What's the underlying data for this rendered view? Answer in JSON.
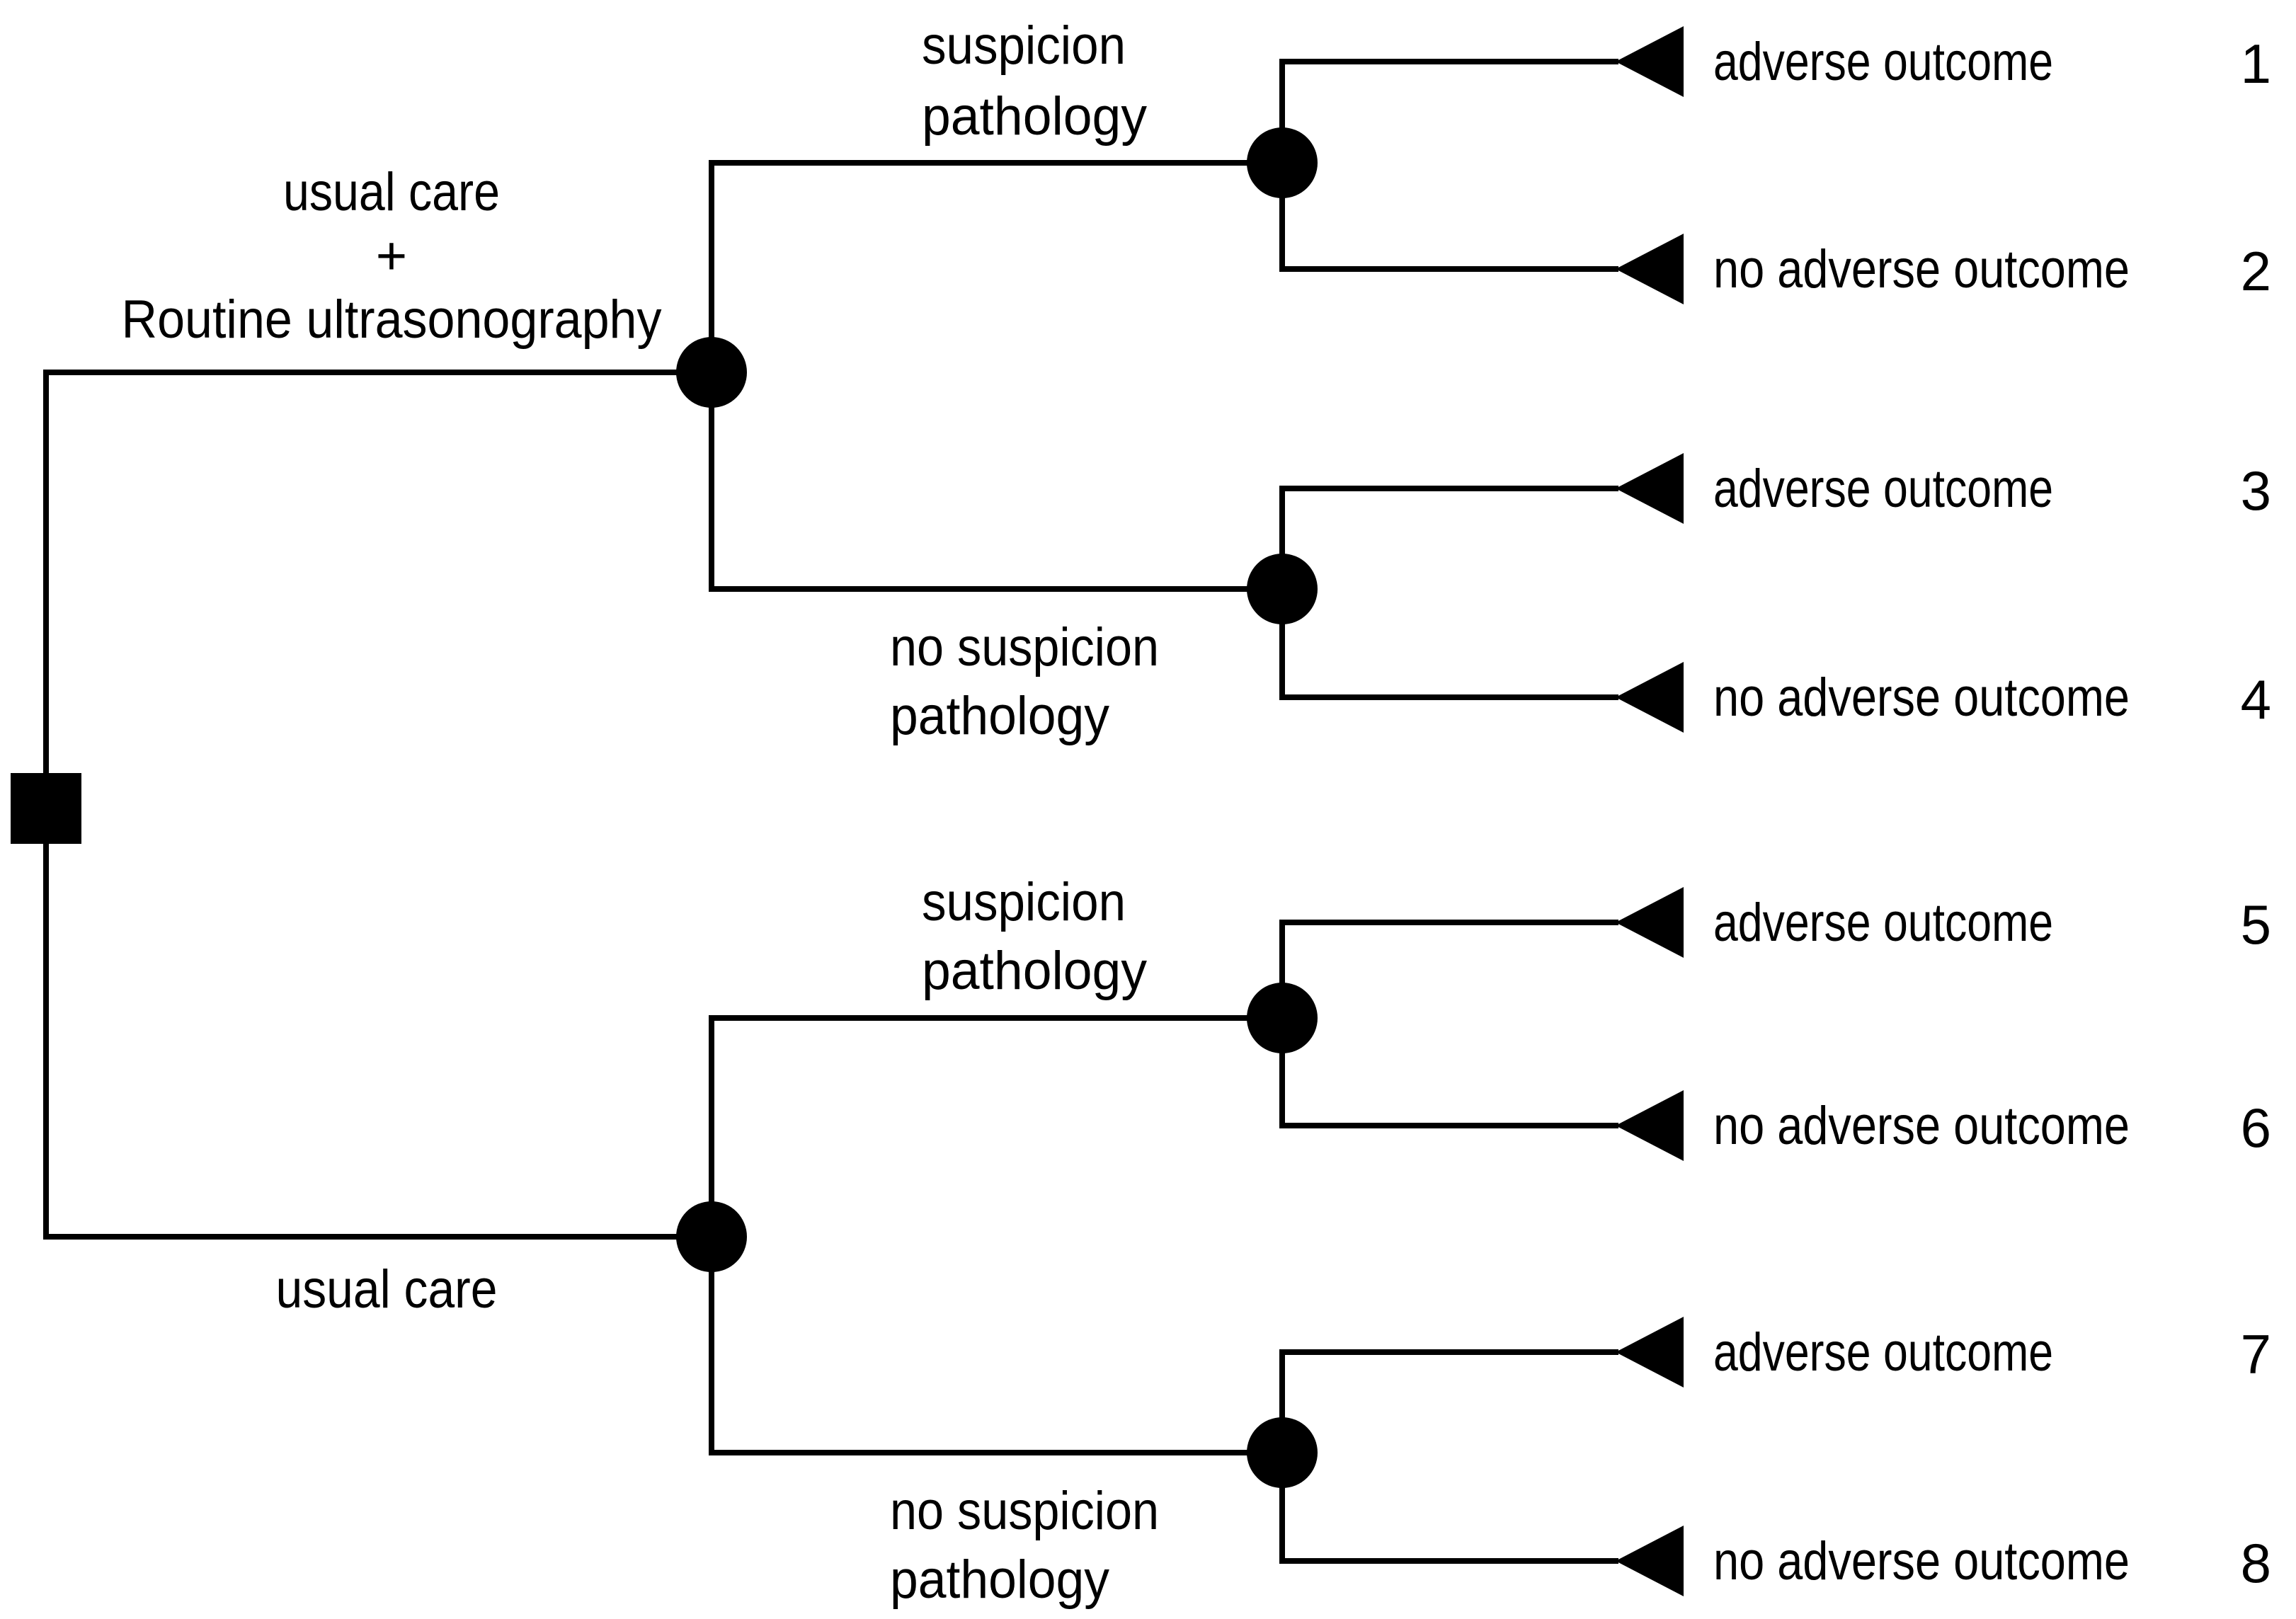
{
  "figure": {
    "background_color": "#ffffff",
    "line_color": "#000000",
    "node_color": "#000000",
    "strategies": {
      "top": {
        "line1": "usual care",
        "line2": "+",
        "line3": "Routine ultrasonography"
      },
      "bottom": {
        "line1": "usual care"
      }
    },
    "chance_branches": {
      "suspicion": {
        "line1": "suspicion",
        "line2": "pathology"
      },
      "no_suspicion": {
        "line1": "no suspicion",
        "line2": "pathology"
      }
    },
    "terminals": [
      {
        "outcome": "adverse outcome",
        "id": "1"
      },
      {
        "outcome": "no adverse outcome",
        "id": "2"
      },
      {
        "outcome": "adverse outcome",
        "id": "3"
      },
      {
        "outcome": "no adverse outcome",
        "id": "4"
      },
      {
        "outcome": "adverse outcome",
        "id": "5"
      },
      {
        "outcome": "no adverse outcome",
        "id": "6"
      },
      {
        "outcome": "adverse outcome",
        "id": "7"
      },
      {
        "outcome": "no adverse outcome",
        "id": "8"
      }
    ]
  }
}
